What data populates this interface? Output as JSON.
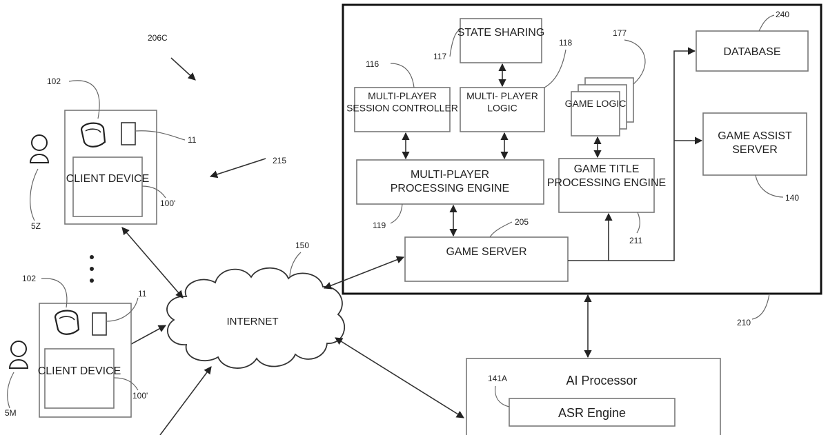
{
  "figure": {
    "ref_206c": "206C",
    "ref_215": "215",
    "ref_150": "150",
    "ref_210": "210",
    "internet": "INTERNET",
    "client_device": "CLIENT DEVICE",
    "client_top": {
      "ref_device": "100'",
      "ref_headset": "102",
      "ref_controller": "11",
      "ref_user": "5Z"
    },
    "client_bottom": {
      "ref_device": "100'",
      "ref_headset": "102",
      "ref_controller": "11",
      "ref_user": "5M"
    },
    "server_system": {
      "state_sharing": "STATE SHARING",
      "ref_state_sharing": "117",
      "mp_session_controller": "MULTI-PLAYER SESSION CONTROLLER",
      "ref_mp_session_controller": "116",
      "mp_logic": "MULTI- PLAYER LOGIC",
      "ref_mp_logic": "118",
      "mp_processing_engine": "MULTI-PLAYER PROCESSING ENGINE",
      "ref_mp_processing_engine": "119",
      "game_logic": "GAME LOGIC",
      "ref_game_logic": "177",
      "game_title_engine": "GAME TITLE PROCESSING ENGINE",
      "ref_game_title_engine": "211",
      "game_server": "GAME SERVER",
      "ref_game_server": "205",
      "database": "DATABASE",
      "ref_database": "240",
      "game_assist_server": "GAME ASSIST SERVER",
      "ref_game_assist_server": "140"
    },
    "ai_processor": "AI Processor",
    "asr_engine": "ASR Engine",
    "ref_asr_engine": "141A"
  }
}
